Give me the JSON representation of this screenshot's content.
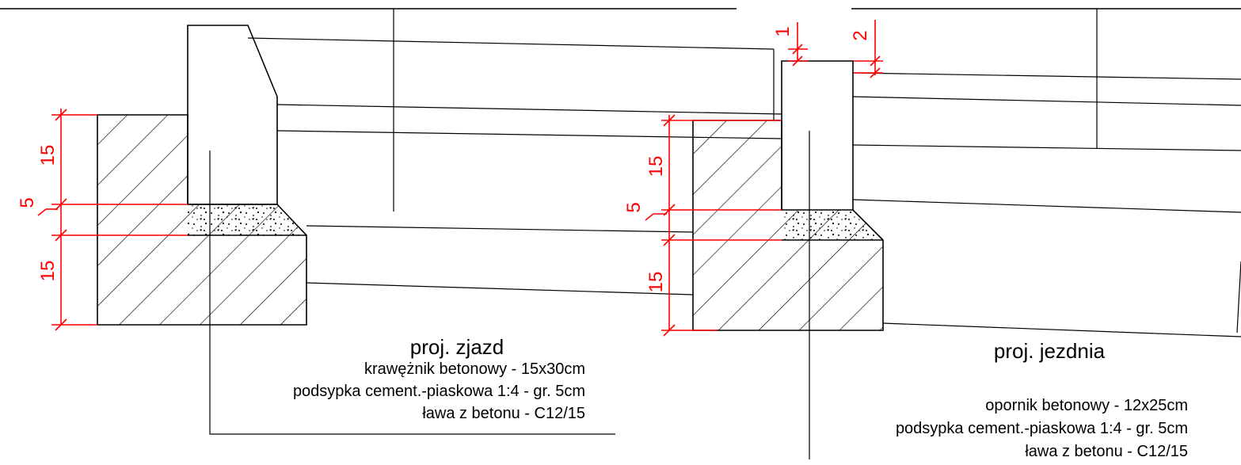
{
  "colors": {
    "dimension": "#ff0000",
    "line": "#000000",
    "background": "#ffffff"
  },
  "left_section": {
    "title": "proj. zjazd",
    "layers": [
      "krawężnik betonowy - 15x30cm",
      "podsypka cement.-piaskowa 1:4 - gr. 5cm",
      "ława z betonu - C12/15"
    ],
    "dims": {
      "upper": "15",
      "bedding": "5",
      "lower": "15"
    }
  },
  "right_section": {
    "title": "proj. jezdnia",
    "layers": [
      "opornik betonowy - 12x25cm",
      "podsypka cement.-piaskowa 1:4 - gr. 5cm",
      "ława z betonu - C12/15"
    ],
    "dims": {
      "upper": "15",
      "bedding": "5",
      "lower": "15",
      "top_left": "1",
      "top_right": "2"
    }
  }
}
